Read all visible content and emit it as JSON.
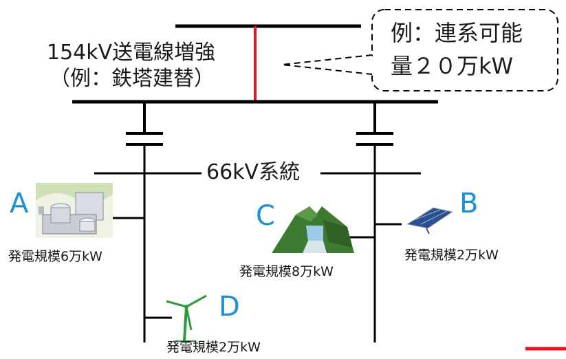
{
  "upgrade_label": {
    "line1": "154kV送電線増強",
    "line2": "（例：鉄塔建替）"
  },
  "callout": {
    "line1": "例：連系可能",
    "line2": "量２０万kW"
  },
  "network_label": "66kV系統",
  "plants": {
    "A": {
      "letter": "A",
      "capacity": "発電規模6万kW"
    },
    "B": {
      "letter": "B",
      "capacity": "発電規模2万kW"
    },
    "C": {
      "letter": "C",
      "capacity": "発電規模8万kW"
    },
    "D": {
      "letter": "D",
      "capacity": "発電規模2万kW"
    }
  },
  "colors": {
    "line": "#000000",
    "upgrade_red": "#e8141b",
    "letter_blue": "#1f8fd6"
  }
}
